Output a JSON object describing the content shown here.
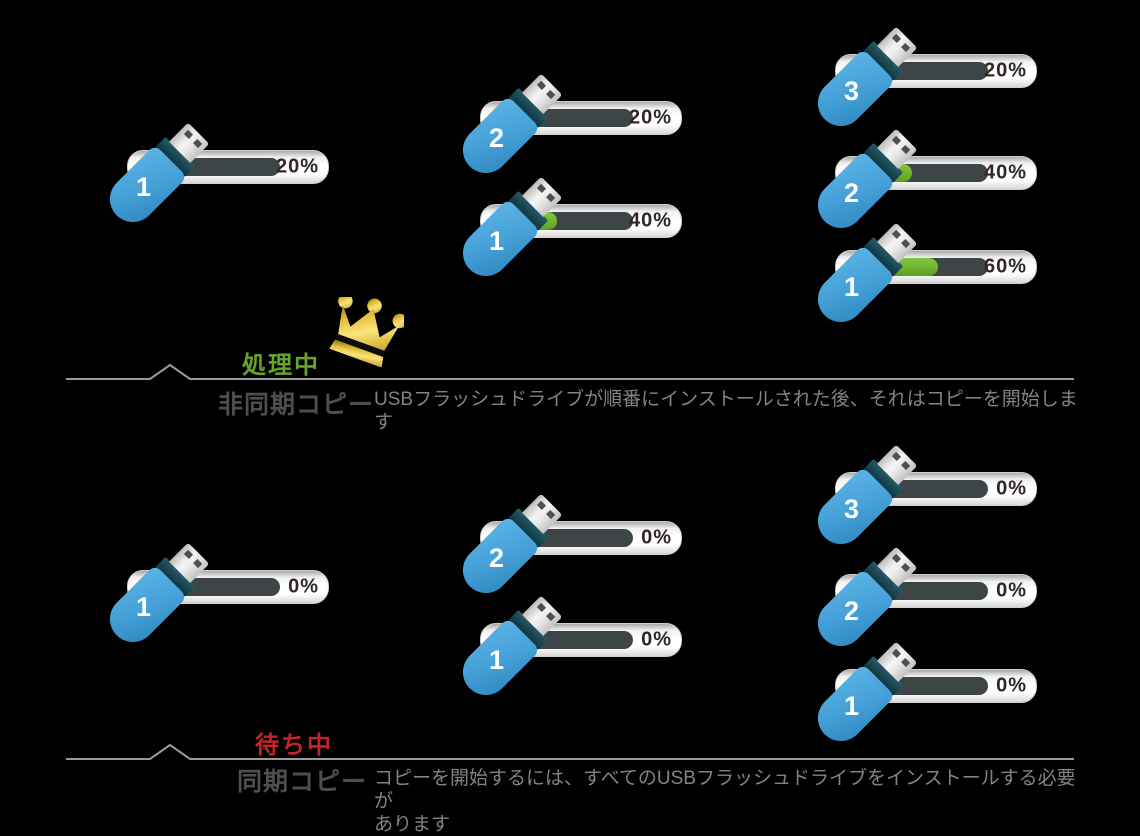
{
  "colors": {
    "background": "#000000",
    "drive-body-blue": "#45a1d8",
    "drive-body-blue-dark": "#2e86bf",
    "drive-collar-teal": "#17424e",
    "connector-silver": "#d9d9d9",
    "track-dark": "#3e4547",
    "progress-green": "#6fb42c",
    "status-processing-green": "#67a42a",
    "status-waiting-red": "#c4232a",
    "crown-gold": "#e2bb35",
    "divider-gray": "#9a9a9a",
    "title-gray": "#4e4e4e",
    "description-gray": "#838383",
    "percent-text": "#2f2824"
  },
  "sections": [
    {
      "status_label": "処理中",
      "title": "非同期コピー",
      "description": "USBフラッシュドライブが順番にインストールされた後、それはコピーを開始します",
      "clusters": [
        {
          "drives": [
            {
              "number": "1",
              "percent": 20,
              "percent_label": "20%"
            }
          ]
        },
        {
          "drives": [
            {
              "number": "2",
              "percent": 20,
              "percent_label": "20%"
            },
            {
              "number": "1",
              "percent": 40,
              "percent_label": "40%"
            }
          ]
        },
        {
          "drives": [
            {
              "number": "3",
              "percent": 20,
              "percent_label": "20%"
            },
            {
              "number": "2",
              "percent": 40,
              "percent_label": "40%"
            },
            {
              "number": "1",
              "percent": 60,
              "percent_label": "60%"
            }
          ]
        }
      ]
    },
    {
      "status_label": "待ち中",
      "title": "同期コピー",
      "description": "コピーを開始するには、すべてのUSBフラッシュドライブをインストールする必要が\nあります",
      "clusters": [
        {
          "drives": [
            {
              "number": "1",
              "percent": 0,
              "percent_label": "0%"
            }
          ]
        },
        {
          "drives": [
            {
              "number": "2",
              "percent": 0,
              "percent_label": "0%"
            },
            {
              "number": "1",
              "percent": 0,
              "percent_label": "0%"
            }
          ]
        },
        {
          "drives": [
            {
              "number": "3",
              "percent": 0,
              "percent_label": "0%"
            },
            {
              "number": "2",
              "percent": 0,
              "percent_label": "0%"
            },
            {
              "number": "1",
              "percent": 0,
              "percent_label": "0%"
            }
          ]
        }
      ]
    }
  ]
}
